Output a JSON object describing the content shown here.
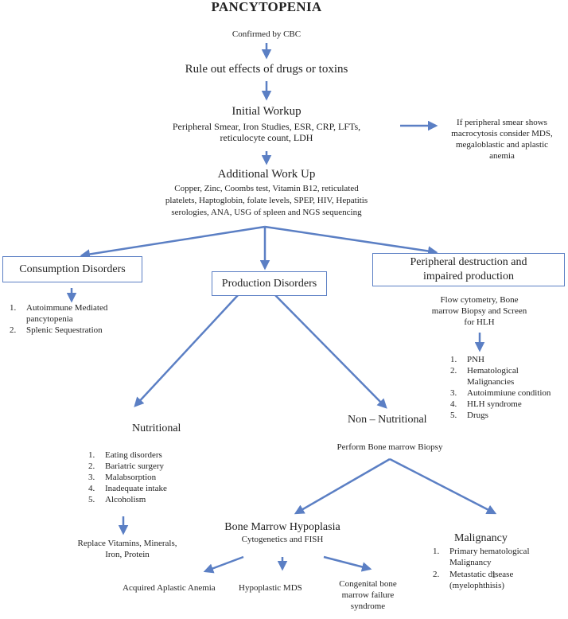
{
  "title": "PANCYTOPENIA",
  "confirmed": "Confirmed by CBC",
  "rule_out": "Rule out effects of drugs or toxins",
  "initial_workup": {
    "heading": "Initial Workup",
    "line1": "Peripheral Smear, Iron Studies, ESR, CRP, LFTs,",
    "line2": "reticulocyte count, LDH"
  },
  "smear_note": {
    "line1": "If peripheral smear shows",
    "line2": "macrocytosis consider MDS,",
    "line3": "megaloblastic and aplastic",
    "line4": "anemia"
  },
  "additional_workup": {
    "heading": "Additional Work Up",
    "line1": "Copper, Zinc, Coombs test, Vitamin B12, reticulated",
    "line2": "platelets, Haptoglobin, folate levels, SPEP, HIV, Hepatitis",
    "line3": "serologies, ANA, USG of spleen and NGS sequencing"
  },
  "consumption": {
    "label": "Consumption Disorders",
    "items": [
      "Autoimmune Mediated\npancytopenia",
      "Splenic Sequestration"
    ]
  },
  "production": {
    "label": "Production Disorders"
  },
  "peripheral": {
    "line1": "Peripheral destruction and",
    "line2": "impaired production",
    "workup_line1": "Flow cytometry, Bone",
    "workup_line2": "marrow Biopsy and Screen",
    "workup_line3": "for HLH",
    "items": [
      "PNH",
      "Hematological\nMalignancies",
      "Autoimmiune condition",
      "HLH syndrome",
      "Drugs"
    ]
  },
  "nutritional": {
    "label": "Nutritional",
    "items": [
      "Eating disorders",
      "Bariatric surgery",
      "Malabsorption",
      "Inadequate intake",
      "Alcoholism"
    ],
    "replace_line1": "Replace Vitamins, Minerals,",
    "replace_line2": "Iron, Protein"
  },
  "non_nutritional": {
    "label": "Non – Nutritional",
    "biopsy": "Perform Bone marrow Biopsy"
  },
  "hypoplasia": {
    "heading": "Bone Marrow Hypoplasia",
    "sub": "Cytogenetics and FISH",
    "acquired": "Acquired Aplastic Anemia",
    "hypoplastic_mds": "Hypoplastic MDS",
    "congenital_line1": "Congenital bone",
    "congenital_line2": "marrow failure",
    "congenital_line3": "syndrome"
  },
  "malignancy": {
    "heading": "Malignancy",
    "items": [
      "Primary hematological\nMalignancy",
      "Metastatic disease\n(myelophthisis)"
    ]
  },
  "page_number": "1",
  "colors": {
    "arrow": "#5b7fc4",
    "box_border": "#5b7fc4",
    "text": "#222222"
  }
}
